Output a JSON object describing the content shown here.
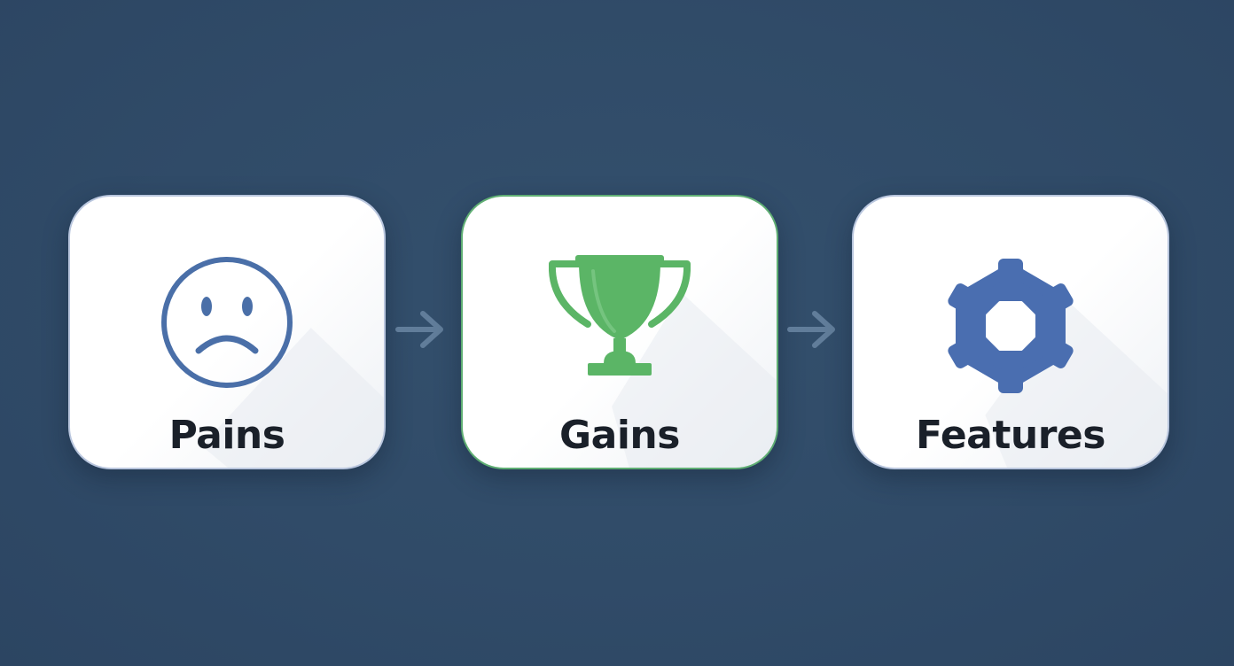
{
  "steps": [
    {
      "label": "Pains",
      "icon": "sad-face-icon",
      "color": "#4a6fa8"
    },
    {
      "label": "Gains",
      "icon": "trophy-icon",
      "color": "#5bb566"
    },
    {
      "label": "Features",
      "icon": "gear-icon",
      "color": "#4a6eb0"
    }
  ],
  "connectors": [
    {
      "icon": "arrow-right-icon",
      "color": "#617d9a"
    },
    {
      "icon": "arrow-right-icon",
      "color": "#617d9a"
    }
  ],
  "colors": {
    "background": "#304b68",
    "card": "#ffffff",
    "card_border": "#b9c6de",
    "gains_border": "#5fae73",
    "label_text": "#1a2029"
  }
}
